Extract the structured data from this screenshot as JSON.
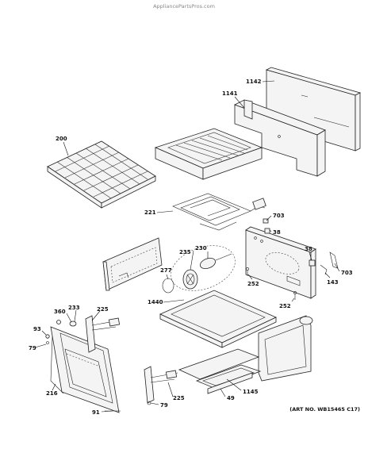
{
  "header": {
    "source": "AppliancePartsPros.com"
  },
  "art_number": "(ART NO. WB15465 C17)",
  "labels": {
    "p1142": "1142",
    "p1141": "1141",
    "p200": "200",
    "p221": "221",
    "p703a": "703",
    "p38a": "38",
    "p38b": "38",
    "p703b": "703",
    "p143": "143",
    "p252a": "252",
    "p252b": "252",
    "p235": "235",
    "p230": "230",
    "p277": "277",
    "p1440": "1440",
    "p360": "360",
    "p233": "233",
    "p225a": "225",
    "p93": "93",
    "p79a": "79",
    "p216": "216",
    "p225b": "225",
    "p79b": "79",
    "p91": "91",
    "p49": "49",
    "p1145": "1145"
  }
}
